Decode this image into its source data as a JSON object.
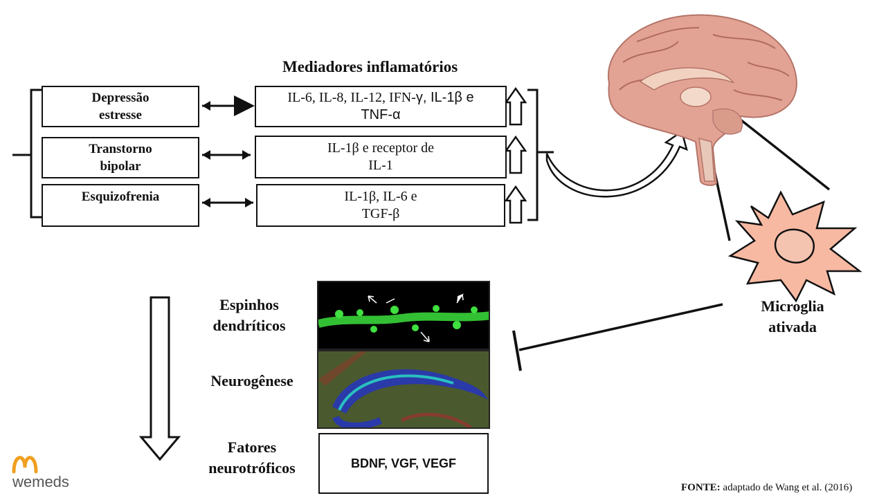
{
  "title": "Mediadores inflamatórios",
  "disorders": [
    {
      "line1": "Depressão",
      "line2": "estresse"
    },
    {
      "line1": "Transtorno",
      "line2": "bipolar"
    },
    {
      "line1": "Esquizofrenia",
      "line2": ""
    }
  ],
  "mediators": [
    {
      "line1": "IL-6, IL-8, IL-12, IFN-",
      "line1_sans": "γ, IL-1β e",
      "line2": "TNF-α"
    },
    {
      "line1": "IL-1β e receptor de",
      "line1_sans": "",
      "line2": "IL-1"
    },
    {
      "line1": "IL-1β, IL-6 e",
      "line1_sans": "",
      "line2": "TGF-β"
    }
  ],
  "effects": {
    "spines": "Espinhos dendríticos",
    "neurogenesis": "Neurogênese",
    "factors": "Fatores neurotróficos",
    "factors_box": "BDNF, VGF, VEGF"
  },
  "microglia_label": "Microglia ativada",
  "source": {
    "bold": "FONTE:",
    "text": " adaptado de Wang et al. (2016)"
  },
  "logo": {
    "text": "wemeds",
    "color": "#f0a020"
  },
  "colors": {
    "brain": "#e0a090",
    "microglia": "#f6b7a0",
    "spine": "#39d43a",
    "neuro_blue": "#2a3aa8",
    "neuro_cyan": "#29c0c0"
  }
}
